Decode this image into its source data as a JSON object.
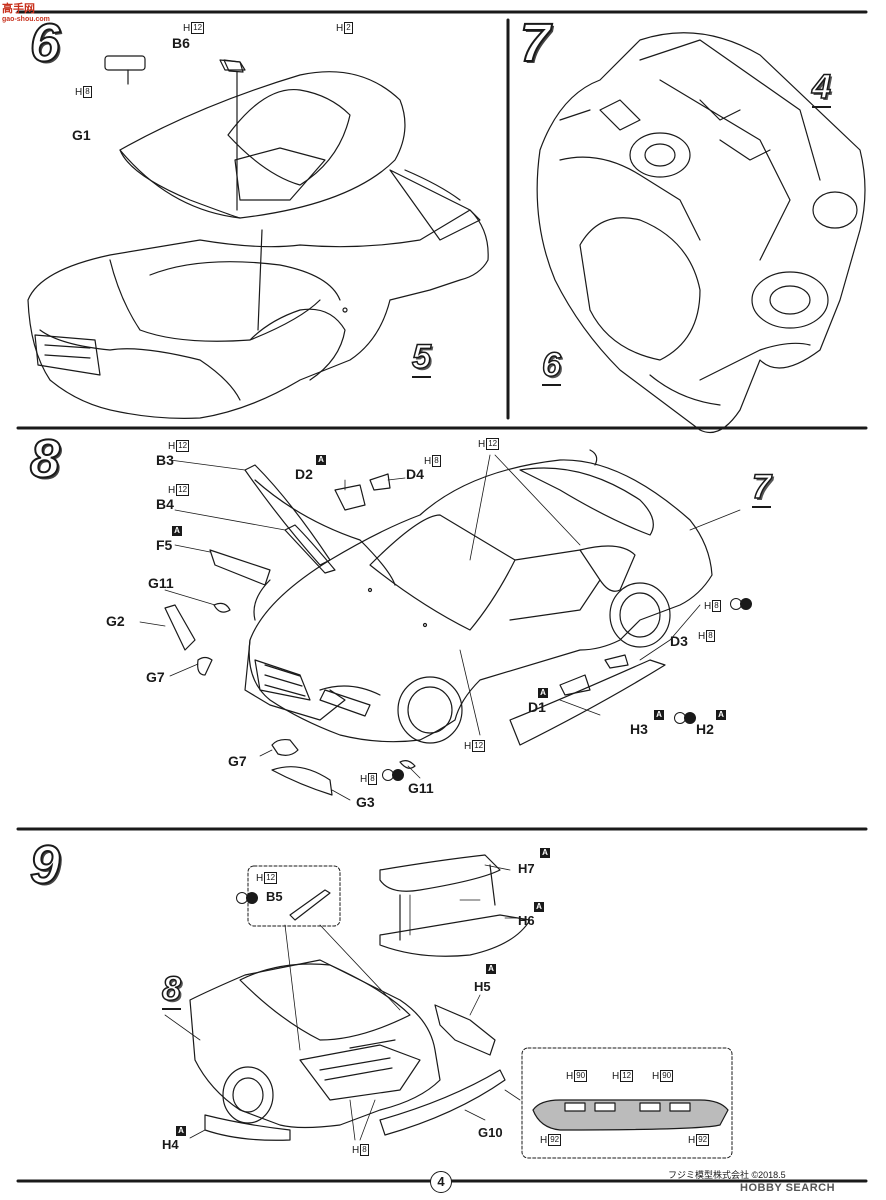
{
  "site_logo": {
    "text": "高手网",
    "sub": "gao-shou.com"
  },
  "steps": {
    "s6": "6",
    "s7": "7",
    "s8": "8",
    "s9": "9"
  },
  "refs": {
    "r4": "4",
    "r5": "5",
    "r6": "6",
    "r7": "7",
    "r8": "8"
  },
  "step6": {
    "b6": "B6",
    "g1": "G1",
    "h_top": "H",
    "h_top_box": "12",
    "h_b6": "H",
    "h_b6_box": "8",
    "h_g1": "H",
    "h_g1_box": "2"
  },
  "step8": {
    "b3": "B3",
    "b4": "B4",
    "f5": "F5",
    "d2": "D2",
    "d4": "D4",
    "g11a": "G11",
    "g2": "G2",
    "g7a": "G7",
    "g7b": "G7",
    "g3": "G3",
    "g11b": "G11",
    "d3": "D3",
    "d1": "D1",
    "h3": "H3",
    "h2": "H2",
    "h_b3": "H",
    "h_b3_box": "12",
    "h_b4": "H",
    "h_b4_box": "12",
    "h_d4": "H",
    "h_d4_box": "8",
    "h_roof": "H",
    "h_roof_box": "12",
    "h_mirror": "H",
    "h_mirror_box": "8",
    "h_d3": "H",
    "h_d3_box": "8",
    "h_bottom": "H",
    "h_bottom_box": "12",
    "h_lamp": "H",
    "h_lamp_box": "8"
  },
  "step9": {
    "h7": "H7",
    "h6": "H6",
    "h5": "H5",
    "h4": "H4",
    "b5": "B5",
    "g10": "G10",
    "h_b5": "H",
    "h_b5_box": "12",
    "h_rear": "H",
    "h_rear_box": "8",
    "inset": {
      "h90a": "H",
      "h90a_box": "90",
      "h12": "H",
      "h12_box": "12",
      "h90b": "H",
      "h90b_box": "90",
      "h92a": "H",
      "h92a_box": "92",
      "h92b": "H",
      "h92b_box": "92"
    }
  },
  "a_marker": "A",
  "footer": {
    "page": "4",
    "copyright": "フジミ模型株式会社 ©2018.5",
    "watermark": "HOBBY SEARCH"
  }
}
